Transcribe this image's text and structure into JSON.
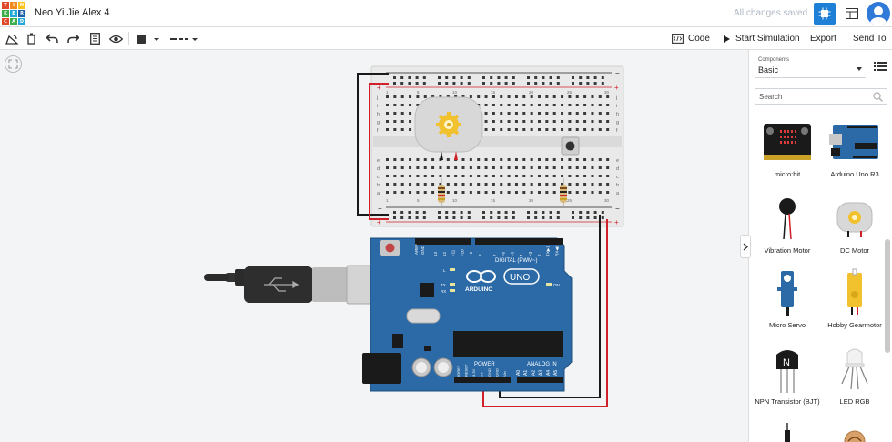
{
  "header": {
    "logo_letters": [
      "TIN",
      "KER",
      "CAD"
    ],
    "project_title": "Neo Yi Jie Alex 4",
    "save_status": "All changes saved",
    "accent": "#1e7fd6"
  },
  "toolbar": {
    "code_label": "Code",
    "simulate_label": "Start Simulation",
    "export_label": "Export",
    "send_label": "Send To"
  },
  "board": {
    "arduino_brand": "ARDUINO",
    "arduino_model": "UNO",
    "header_digital": "DIGITAL (PWM~)",
    "header_power": "POWER",
    "header_analog": "ANALOG IN",
    "pin_aref": "AREF",
    "pin_gnd": "GND",
    "digital_pins": [
      "13",
      "12",
      "~11",
      "~10",
      "~9",
      "8",
      "7",
      "~6",
      "~5",
      "4",
      "~3",
      "2",
      "TX▶1",
      "RX◀0"
    ],
    "power_pins": [
      "IOREF",
      "RESET",
      "3.3V",
      "5V",
      "GND",
      "GND",
      "Vin"
    ],
    "analog_pins": [
      "A0",
      "A1",
      "A2",
      "A3",
      "A4",
      "A5"
    ],
    "led_labels": [
      "L",
      "TX",
      "RX",
      "ON"
    ],
    "breadboard_rows_top": [
      "j",
      "i",
      "h",
      "g",
      "f"
    ],
    "breadboard_rows_bottom": [
      "e",
      "d",
      "c",
      "b",
      "a"
    ],
    "breadboard_cols": [
      "1",
      "5",
      "10",
      "15",
      "20",
      "25",
      "30"
    ],
    "rail_minus": "−",
    "rail_plus": "+",
    "colors": {
      "breadboard": "#e9e9e9",
      "arduino": "#2b6aa6",
      "wire_red": "#d0202a",
      "wire_black": "#1a1a1a",
      "motor": "#d8d8d8",
      "gear": "#f2c12e"
    }
  },
  "panel": {
    "components_label": "Components",
    "category": "Basic",
    "search_placeholder": "Search",
    "items": [
      {
        "label": "micro:bit"
      },
      {
        "label": "Arduino Uno R3"
      },
      {
        "label": "Vibration Motor"
      },
      {
        "label": "DC Motor"
      },
      {
        "label": "Micro Servo"
      },
      {
        "label": "Hobby Gearmotor"
      },
      {
        "label": "NPN Transistor (BJT)"
      },
      {
        "label": "LED RGB"
      }
    ],
    "transistor_glyph": "N"
  }
}
